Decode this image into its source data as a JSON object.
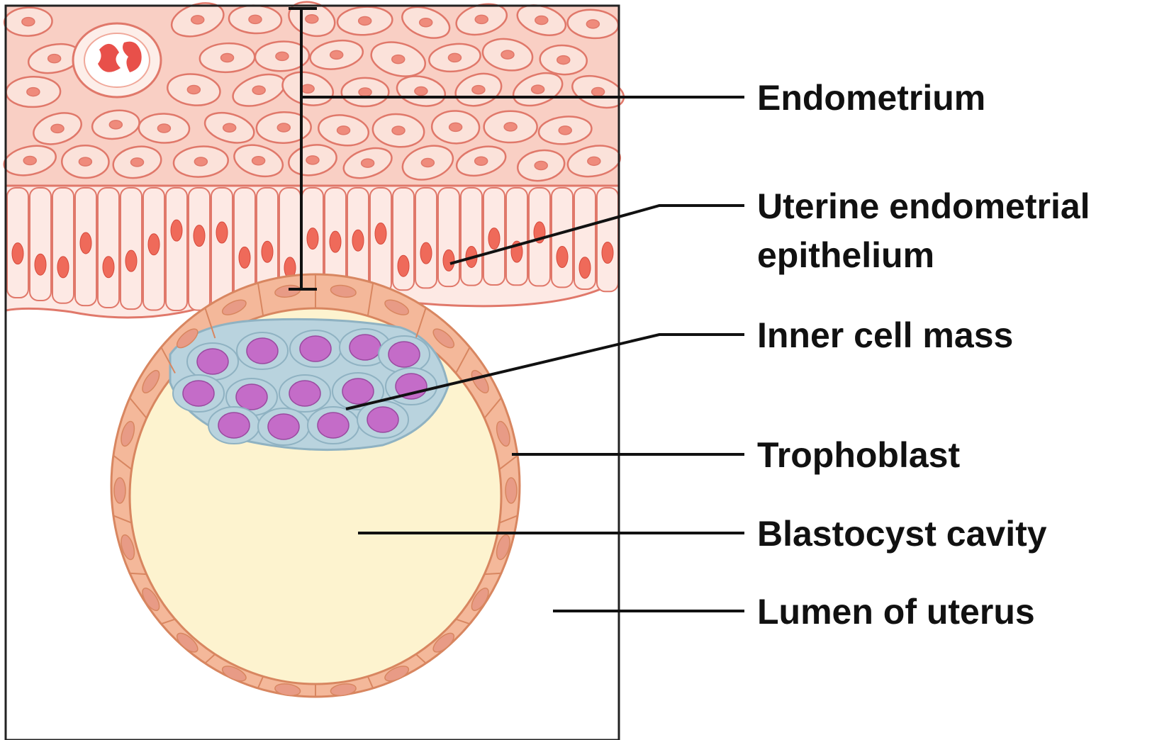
{
  "labels": {
    "endometrium": "Endometrium",
    "uterine_epithelium_line1": "Uterine endometrial",
    "uterine_epithelium_line2": "epithelium",
    "inner_cell_mass": "Inner cell mass",
    "trophoblast": "Trophoblast",
    "blastocyst_cavity": "Blastocyst cavity",
    "lumen_of_uterus": "Lumen of uterus"
  },
  "colors": {
    "stroma_fill": "#f9cfc4",
    "stroma_cell": "#fbe2da",
    "stroma_outline": "#e0786a",
    "stroma_nucleus": "#ef8b7c",
    "epithelium_fill": "#fde9e4",
    "epithelium_nucleus": "#ef6a5a",
    "trophoblast_fill": "#f4b89a",
    "trophoblast_outline": "#d88660",
    "trophoblast_nucleus": "#e89b86",
    "cavity_fill": "#fdf3cf",
    "icm_fill": "#b9d3de",
    "icm_nucleus": "#c46cc8",
    "red_blood_cell": "#e8504a",
    "leader_line": "#111111"
  }
}
